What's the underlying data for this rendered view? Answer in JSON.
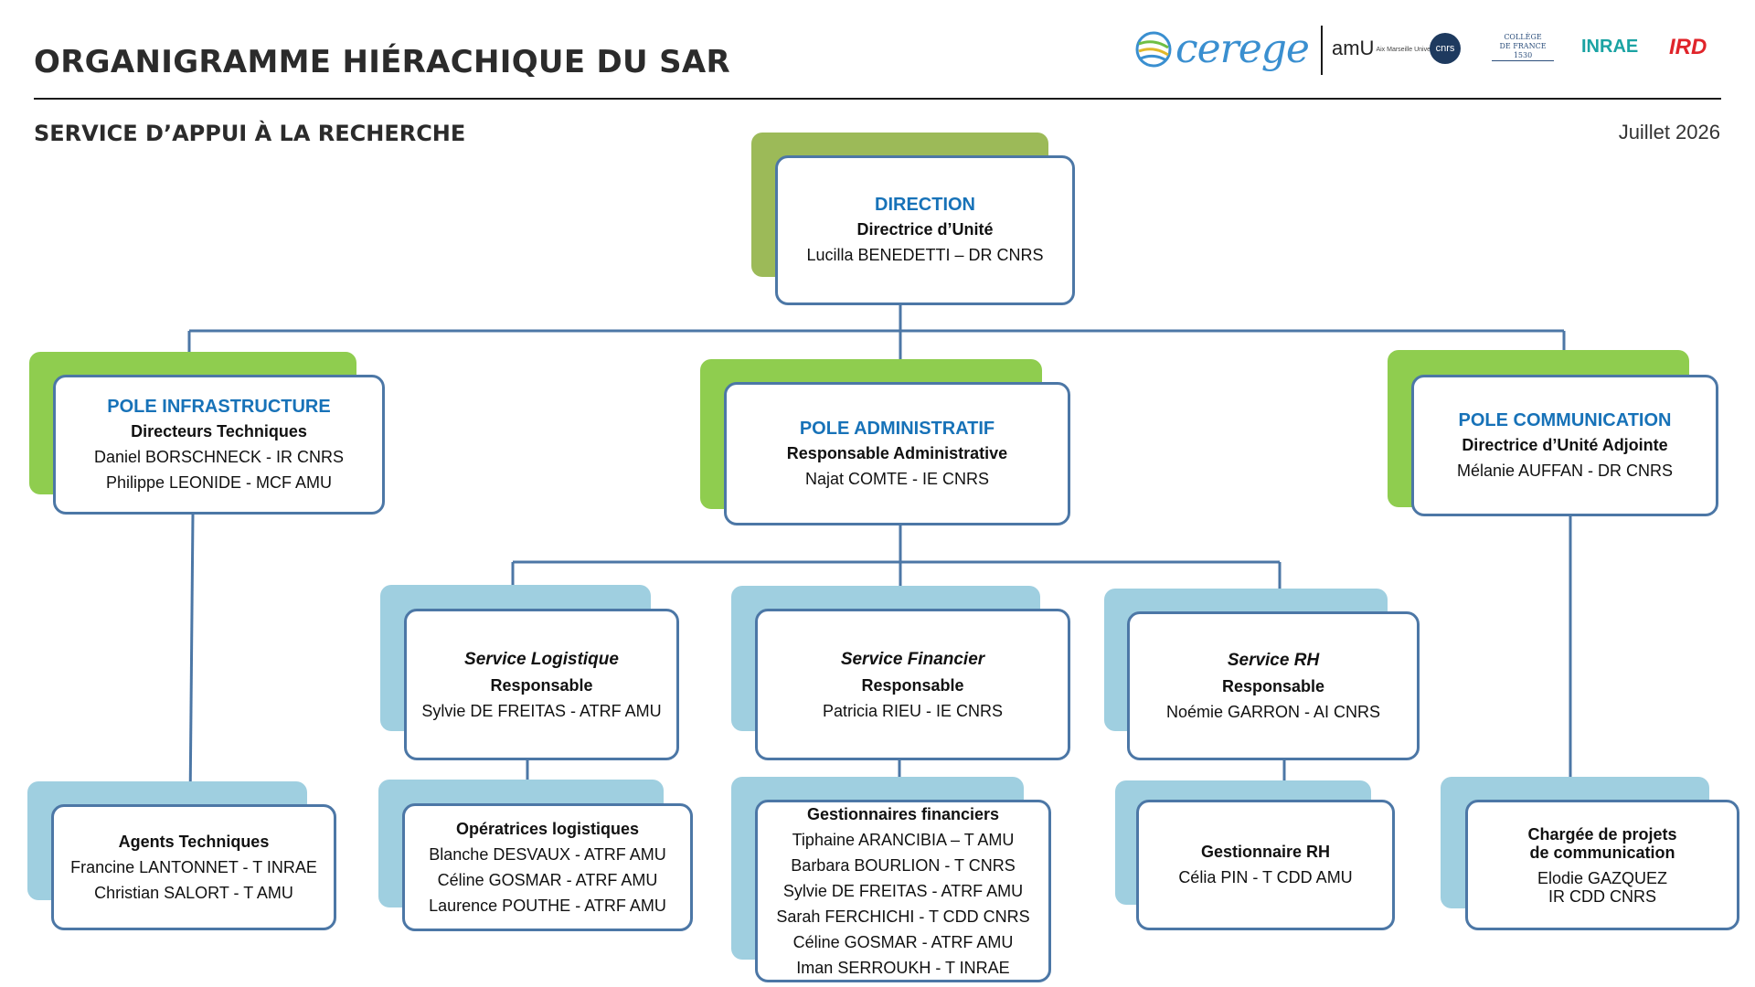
{
  "header": {
    "title": "ORGANIGRAMME HIÉRACHIQUE DU SAR",
    "subtitle": "SERVICE D’APPUI À LA RECHERCHE",
    "date": "Juillet 2026"
  },
  "logos": {
    "cerege": "cerege",
    "amu": "amU",
    "amu_small": "Aix Marseille Université",
    "cnrs": "cnrs",
    "college_de_france": [
      "COLLÈGE",
      "DE FRANCE",
      "1530"
    ],
    "inrae": "INRAE",
    "ird": "IRD"
  },
  "colors": {
    "heading_blue": "#1772b8",
    "border_blue": "#4c77a6",
    "shadow_olive": "#9cba58",
    "shadow_green": "#8fcd4f",
    "shadow_lightblue": "#9fcfe0"
  },
  "org": {
    "direction": {
      "heading": "DIRECTION",
      "role": "Directrice d’Unité",
      "members": [
        "Lucilla BENEDETTI – DR CNRS"
      ]
    },
    "pole_infrastructure": {
      "heading": "POLE INFRASTRUCTURE",
      "role": "Directeurs Techniques",
      "members": [
        "Daniel BORSCHNECK - IR CNRS",
        "Philippe LEONIDE - MCF AMU"
      ]
    },
    "pole_administratif": {
      "heading": "POLE ADMINISTRATIF",
      "role": "Responsable Administrative",
      "members": [
        "Najat COMTE - IE CNRS"
      ]
    },
    "pole_communication": {
      "heading": "POLE COMMUNICATION",
      "role": "Directrice d’Unité Adjointe",
      "members": [
        "Mélanie AUFFAN - DR CNRS"
      ]
    },
    "service_logistique": {
      "heading": "Service Logistique",
      "role": "Responsable",
      "members": [
        "Sylvie DE FREITAS - ATRF AMU"
      ]
    },
    "service_financier": {
      "heading": "Service Financier",
      "role": "Responsable",
      "members": [
        "Patricia RIEU - IE CNRS"
      ]
    },
    "service_rh": {
      "heading": "Service RH",
      "role": "Responsable",
      "members": [
        "Noémie GARRON - AI CNRS"
      ]
    },
    "agents_techniques": {
      "role": "Agents Techniques",
      "members": [
        "Francine LANTONNET - T INRAE",
        "Christian SALORT - T  AMU"
      ]
    },
    "operatrices_logistiques": {
      "role": "Opératrices logistiques",
      "members": [
        "Blanche DESVAUX - ATRF AMU",
        "Céline GOSMAR - ATRF AMU",
        "Laurence POUTHE - ATRF AMU"
      ]
    },
    "gestionnaires_financiers": {
      "role": "Gestionnaires financiers",
      "members": [
        "Tiphaine ARANCIBIA – T AMU",
        "Barbara BOURLION - T CNRS",
        "Sylvie DE FREITAS - ATRF AMU",
        "Sarah FERCHICHI - T CDD CNRS",
        "Céline GOSMAR - ATRF AMU",
        "Iman SERROUKH - T INRAE"
      ]
    },
    "gestionnaire_rh": {
      "role": "Gestionnaire RH",
      "members": [
        "Célia PIN - T CDD AMU"
      ]
    },
    "chargee_communication": {
      "role_lines": [
        "Chargée de projets",
        "de communication"
      ],
      "members": [
        "Elodie GAZQUEZ",
        "IR CDD CNRS"
      ]
    }
  }
}
